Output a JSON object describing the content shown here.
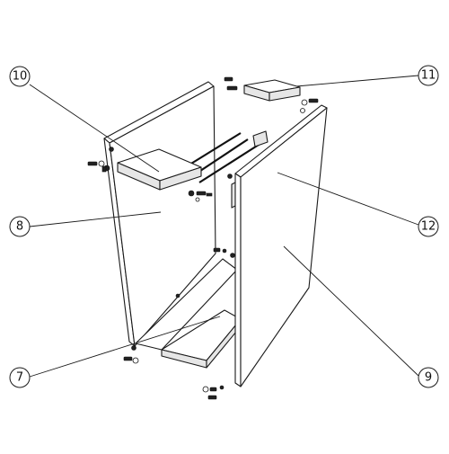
{
  "callouts": [
    {
      "id": "10",
      "label": "10"
    },
    {
      "id": "11",
      "label": "11"
    },
    {
      "id": "8",
      "label": "8"
    },
    {
      "id": "12",
      "label": "12"
    },
    {
      "id": "7",
      "label": "7"
    },
    {
      "id": "9",
      "label": "9"
    }
  ]
}
